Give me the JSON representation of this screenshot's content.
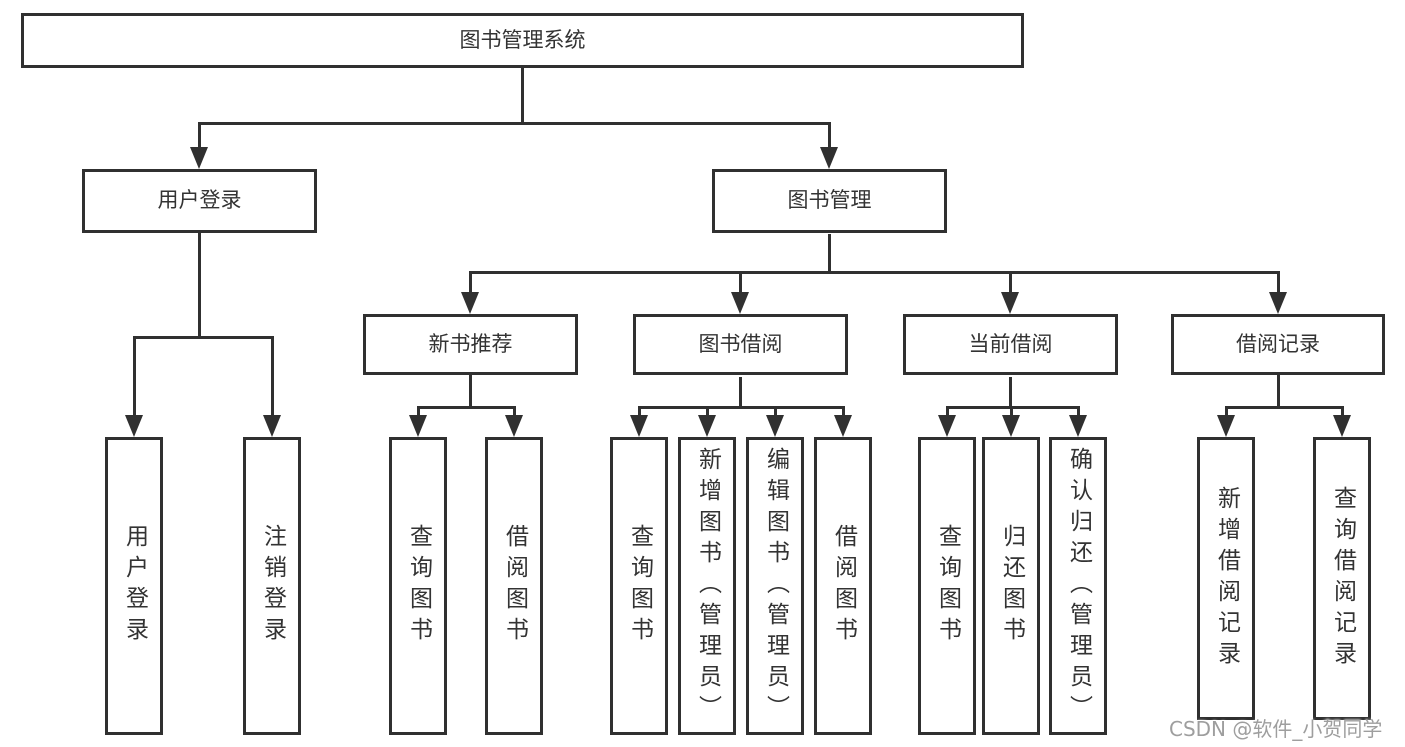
{
  "tree": {
    "root": {
      "label": "图书管理系统"
    },
    "level2": [
      {
        "label": "用户登录",
        "children": [
          {
            "label": "用户登录"
          },
          {
            "label": "注销登录"
          }
        ]
      },
      {
        "label": "图书管理",
        "children": [
          {
            "label": "新书推荐",
            "children": [
              {
                "label": "查询图书"
              },
              {
                "label": "借阅图书"
              }
            ]
          },
          {
            "label": "图书借阅",
            "children": [
              {
                "label": "查询图书"
              },
              {
                "label": "新增图书（管理员）"
              },
              {
                "label": "编辑图书（管理员）"
              },
              {
                "label": "借阅图书"
              }
            ]
          },
          {
            "label": "当前借阅",
            "children": [
              {
                "label": "查询图书"
              },
              {
                "label": "归还图书"
              },
              {
                "label": "确认归还（管理员）"
              }
            ]
          },
          {
            "label": "借阅记录",
            "children": [
              {
                "label": "新增借阅记录"
              },
              {
                "label": "查询借阅记录"
              }
            ]
          }
        ]
      }
    ]
  },
  "watermark": "CSDN @软件_小贺同学",
  "colors": {
    "line": "#303030",
    "text": "#333333",
    "watermark": "#9e9e9e",
    "background": "#ffffff"
  }
}
